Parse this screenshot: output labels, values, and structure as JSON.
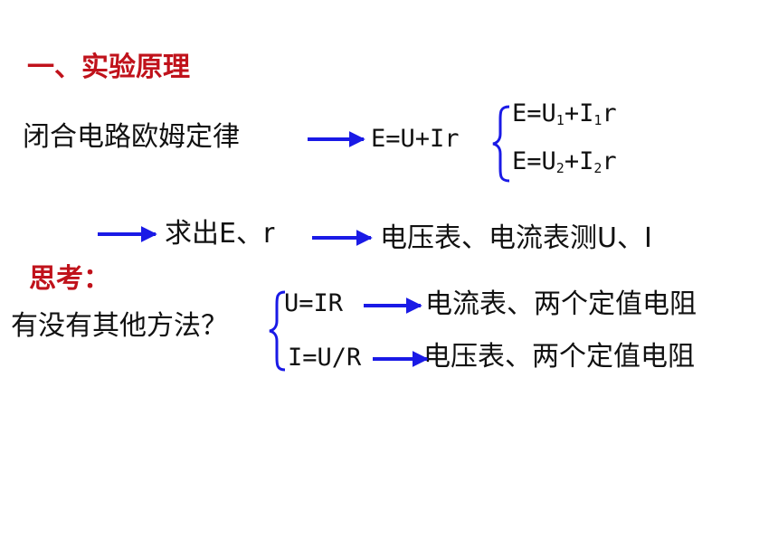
{
  "section_title": "一、实验原理",
  "law_name": "闭合电路欧姆定律",
  "formula_main": "E=U+Ir",
  "eq1": {
    "lead": "E=U",
    "sub1": "1",
    "mid": "+I",
    "sub2": "1",
    "tail": "r"
  },
  "eq2": {
    "lead": "E=U",
    "sub1": "2",
    "mid": "+I",
    "sub2": "2",
    "tail": "r"
  },
  "solve_text": "求出E、r",
  "meters_text": "电压表、电流表测U、I",
  "think_label": "思考：",
  "question": "有没有其他方法？",
  "method1": {
    "formula": "U=IR",
    "result": "电流表、两个定值电阻"
  },
  "method2": {
    "formula": "I=U/R",
    "result": "电压表、两个定值电阻"
  },
  "colors": {
    "title": "#c0121b",
    "arrow": "#1a1ae6",
    "brace": "#1a1ae6",
    "text": "#111111"
  }
}
